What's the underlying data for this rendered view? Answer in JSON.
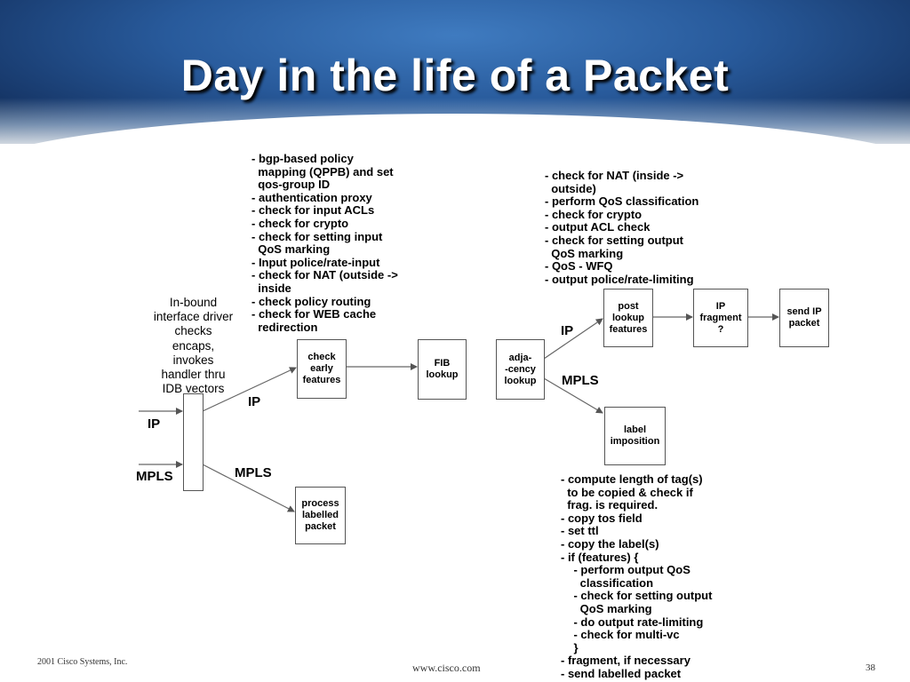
{
  "title": "Day in the life of a Packet",
  "inbound_text": "In-bound\ninterface driver\nchecks\nencaps,\ninvokes\nhandler thru\nIDB vectors",
  "inbound_features": "- bgp-based policy\n  mapping (QPPB) and set\n  qos-group ID\n- authentication proxy\n- check for input ACLs\n- check for crypto\n- check for setting input\n  QoS marking\n- Input police/rate-input\n- check for NAT (outside ->\n  inside\n- check policy routing\n- check for WEB cache\n  redirection",
  "outbound_features": "- check for NAT (inside ->\n  outside)\n- perform QoS classification\n- check for crypto\n- output ACL check\n- check for setting output\n  QoS marking\n- QoS - WFQ\n- output police/rate-limiting",
  "label_steps": "- compute length of tag(s)\n  to be copied & check if\n  frag. is required.\n- copy tos field\n- set ttl\n- copy the label(s)\n- if (features) {\n    - perform output QoS\n      classification\n    - check for setting output\n      QoS marking\n    - do output rate-limiting\n    - check for multi-vc\n    }\n- fragment, if necessary\n- send labelled packet",
  "boxes": {
    "check_early": "check\nearly\nfeatures",
    "process_labelled": "process\nlabelled\npacket",
    "fib": "FIB\nlookup",
    "adjacency": "adja-\n-cency\nlookup",
    "post_lookup": "post\nlookup\nfeatures",
    "ip_fragment": "IP\nfragment\n?",
    "send_ip": "send IP\npacket",
    "label_imposition": "label\nimposition"
  },
  "labels": {
    "ip_in": "IP",
    "mpls_in": "MPLS",
    "ip_branch": "IP",
    "mpls_branch": "MPLS",
    "ip_out": "IP",
    "mpls_out": "MPLS"
  },
  "footer": {
    "copyright": "2001 Cisco Systems, Inc.",
    "url": "www.cisco.com",
    "page": "38"
  },
  "colors": {
    "header_blue": "#285a9b",
    "title_text": "#ffffff"
  }
}
